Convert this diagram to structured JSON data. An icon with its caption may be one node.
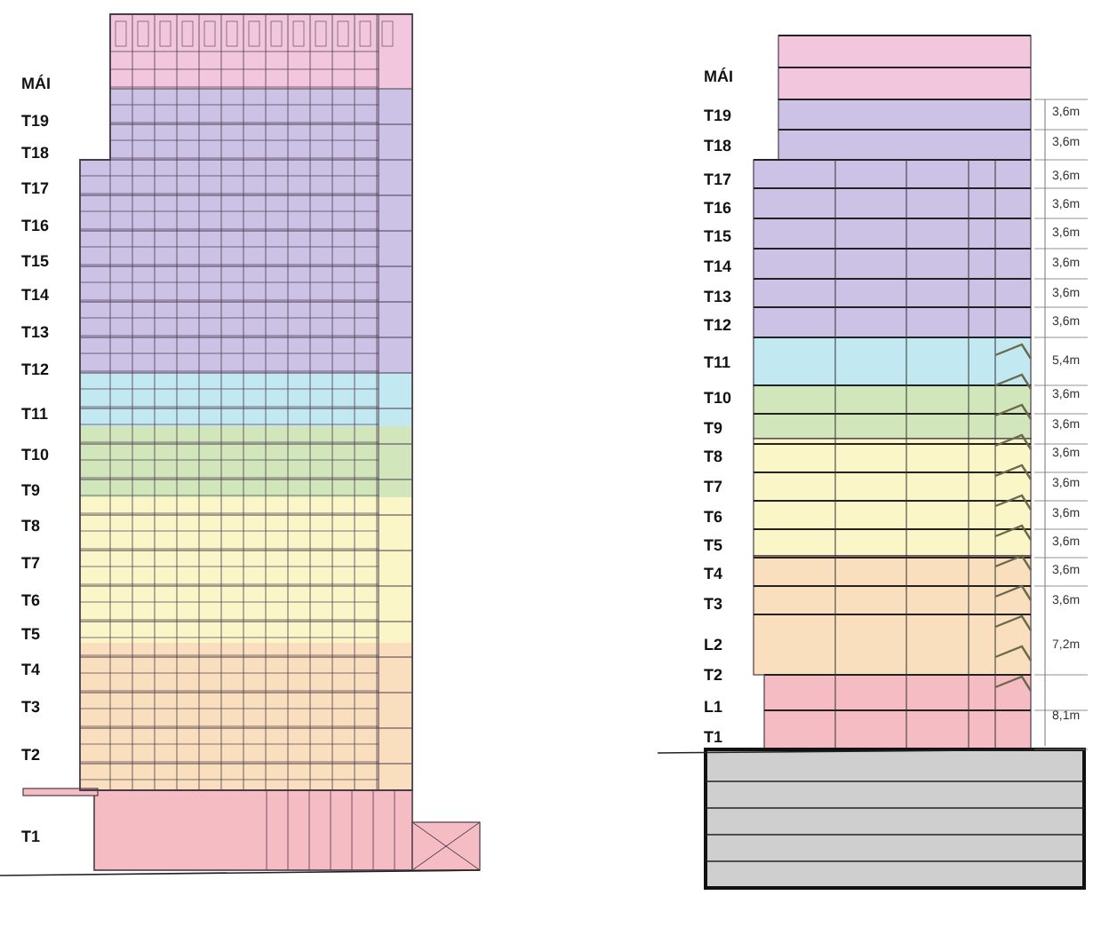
{
  "diagram": {
    "labels": [
      "MÁI",
      "T19",
      "T18",
      "T17",
      "T16",
      "T15",
      "T14",
      "T13",
      "T12",
      "T11",
      "T10",
      "T9",
      "T8",
      "T7",
      "T6",
      "T5",
      "T4",
      "T3",
      "T2",
      "T1",
      "MÁI",
      "T19",
      "T18",
      "T17",
      "T16",
      "T15",
      "T14",
      "T13",
      "T12",
      "T11",
      "T10",
      "T9",
      "T8",
      "T7",
      "T6",
      "T5",
      "T4",
      "T3",
      "L2",
      "T2",
      "L1",
      "T1",
      "3,6m",
      "3,6m",
      "3,6m",
      "3,6m",
      "3,6m",
      "3,6m",
      "3,6m",
      "3,6m",
      "5,4m",
      "3,6m",
      "3,6m",
      "3,6m",
      "3,6m",
      "3,6m",
      "3,6m",
      "3,6m",
      "3,6m",
      "7,2m",
      "8,1m"
    ]
  }
}
